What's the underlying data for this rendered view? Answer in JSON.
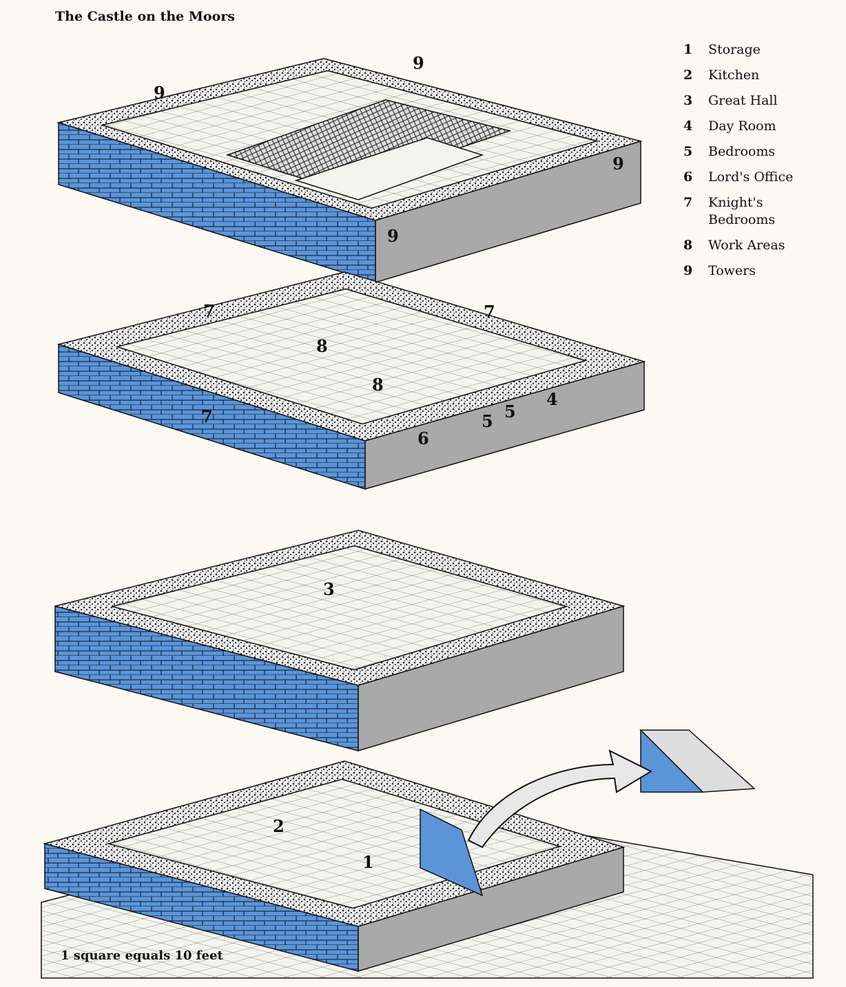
{
  "title": "The Castle on the Moors",
  "legend": [
    {
      "num": "1",
      "label": "Storage"
    },
    {
      "num": "2",
      "label": "Kitchen"
    },
    {
      "num": "3",
      "label": "Great Hall"
    },
    {
      "num": "4",
      "label": "Day Room"
    },
    {
      "num": "5",
      "label": "Bedrooms"
    },
    {
      "num": "6",
      "label": "Lord's Office"
    },
    {
      "num": "7",
      "label": "Knight's Bedrooms"
    },
    {
      "num": "8",
      "label": "Work Areas"
    },
    {
      "num": "9",
      "label": "Towers"
    }
  ],
  "map_labels": {
    "roof": [
      "9",
      "9",
      "9",
      "9"
    ],
    "upper": [
      "7",
      "7",
      "8",
      "8",
      "7",
      "4",
      "5",
      "5",
      "6"
    ],
    "middle": [
      "3"
    ],
    "ground": [
      "2",
      "1"
    ]
  },
  "scale_note": "1 square equals 10 feet",
  "colors": {
    "wall_blue": "#5b95d8",
    "wall_grey": "#a9a9a9",
    "floor": "#f4f4ef",
    "ink": "#111111",
    "paper": "#fbf9f2"
  }
}
